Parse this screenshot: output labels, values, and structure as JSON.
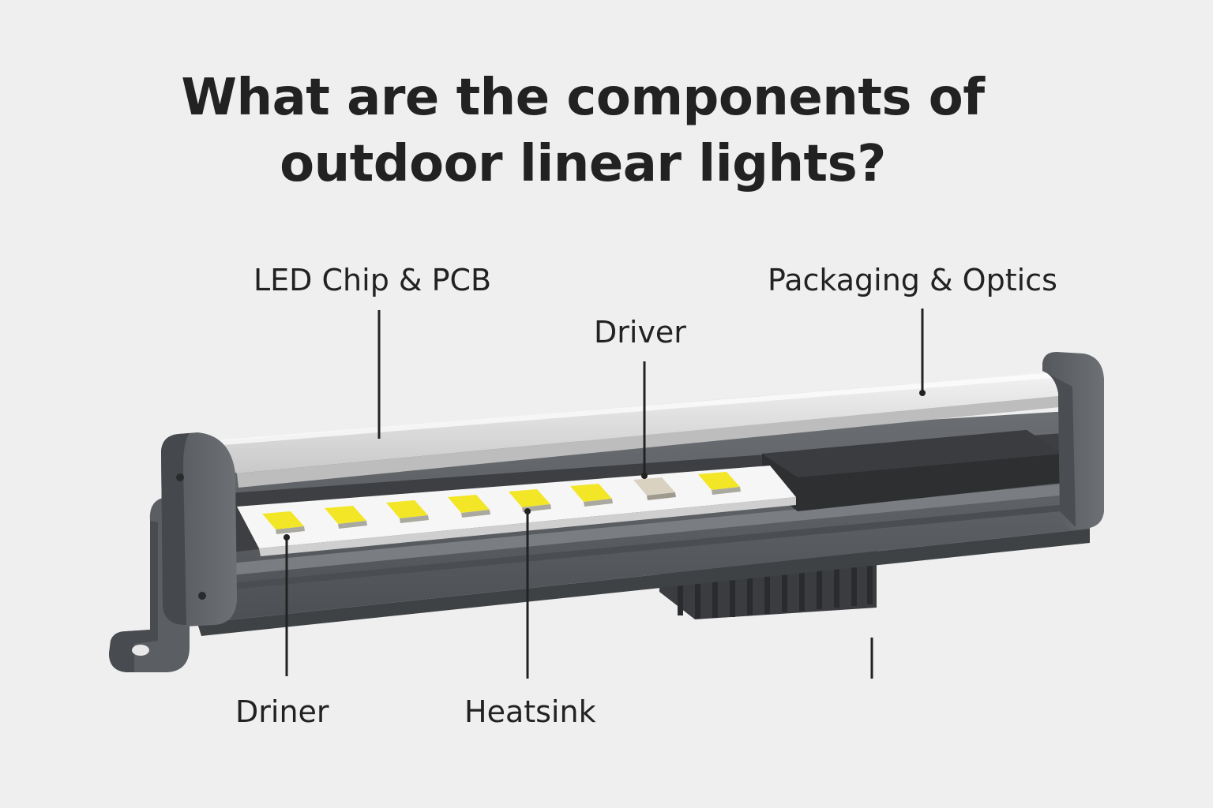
{
  "title": {
    "line1": "What are the components of",
    "line2": "outdoor linear lights?"
  },
  "labels": {
    "led_chip_pcb": "LED Chip & PCB",
    "packaging_optics": "Packaging & Optics",
    "driver": "Driver",
    "driner": "Driner",
    "heatsink": "Heatsink"
  },
  "colors": {
    "background": "#efefef",
    "housing": "#5f6266",
    "housing_dark": "#45484c",
    "lens": "#dcdcdc",
    "pcb": "#f4f4f4",
    "led_yellow": "#f2e626",
    "driver_box": "#2e2f31",
    "heatsink": "#3a3c3f",
    "text": "#222222"
  }
}
